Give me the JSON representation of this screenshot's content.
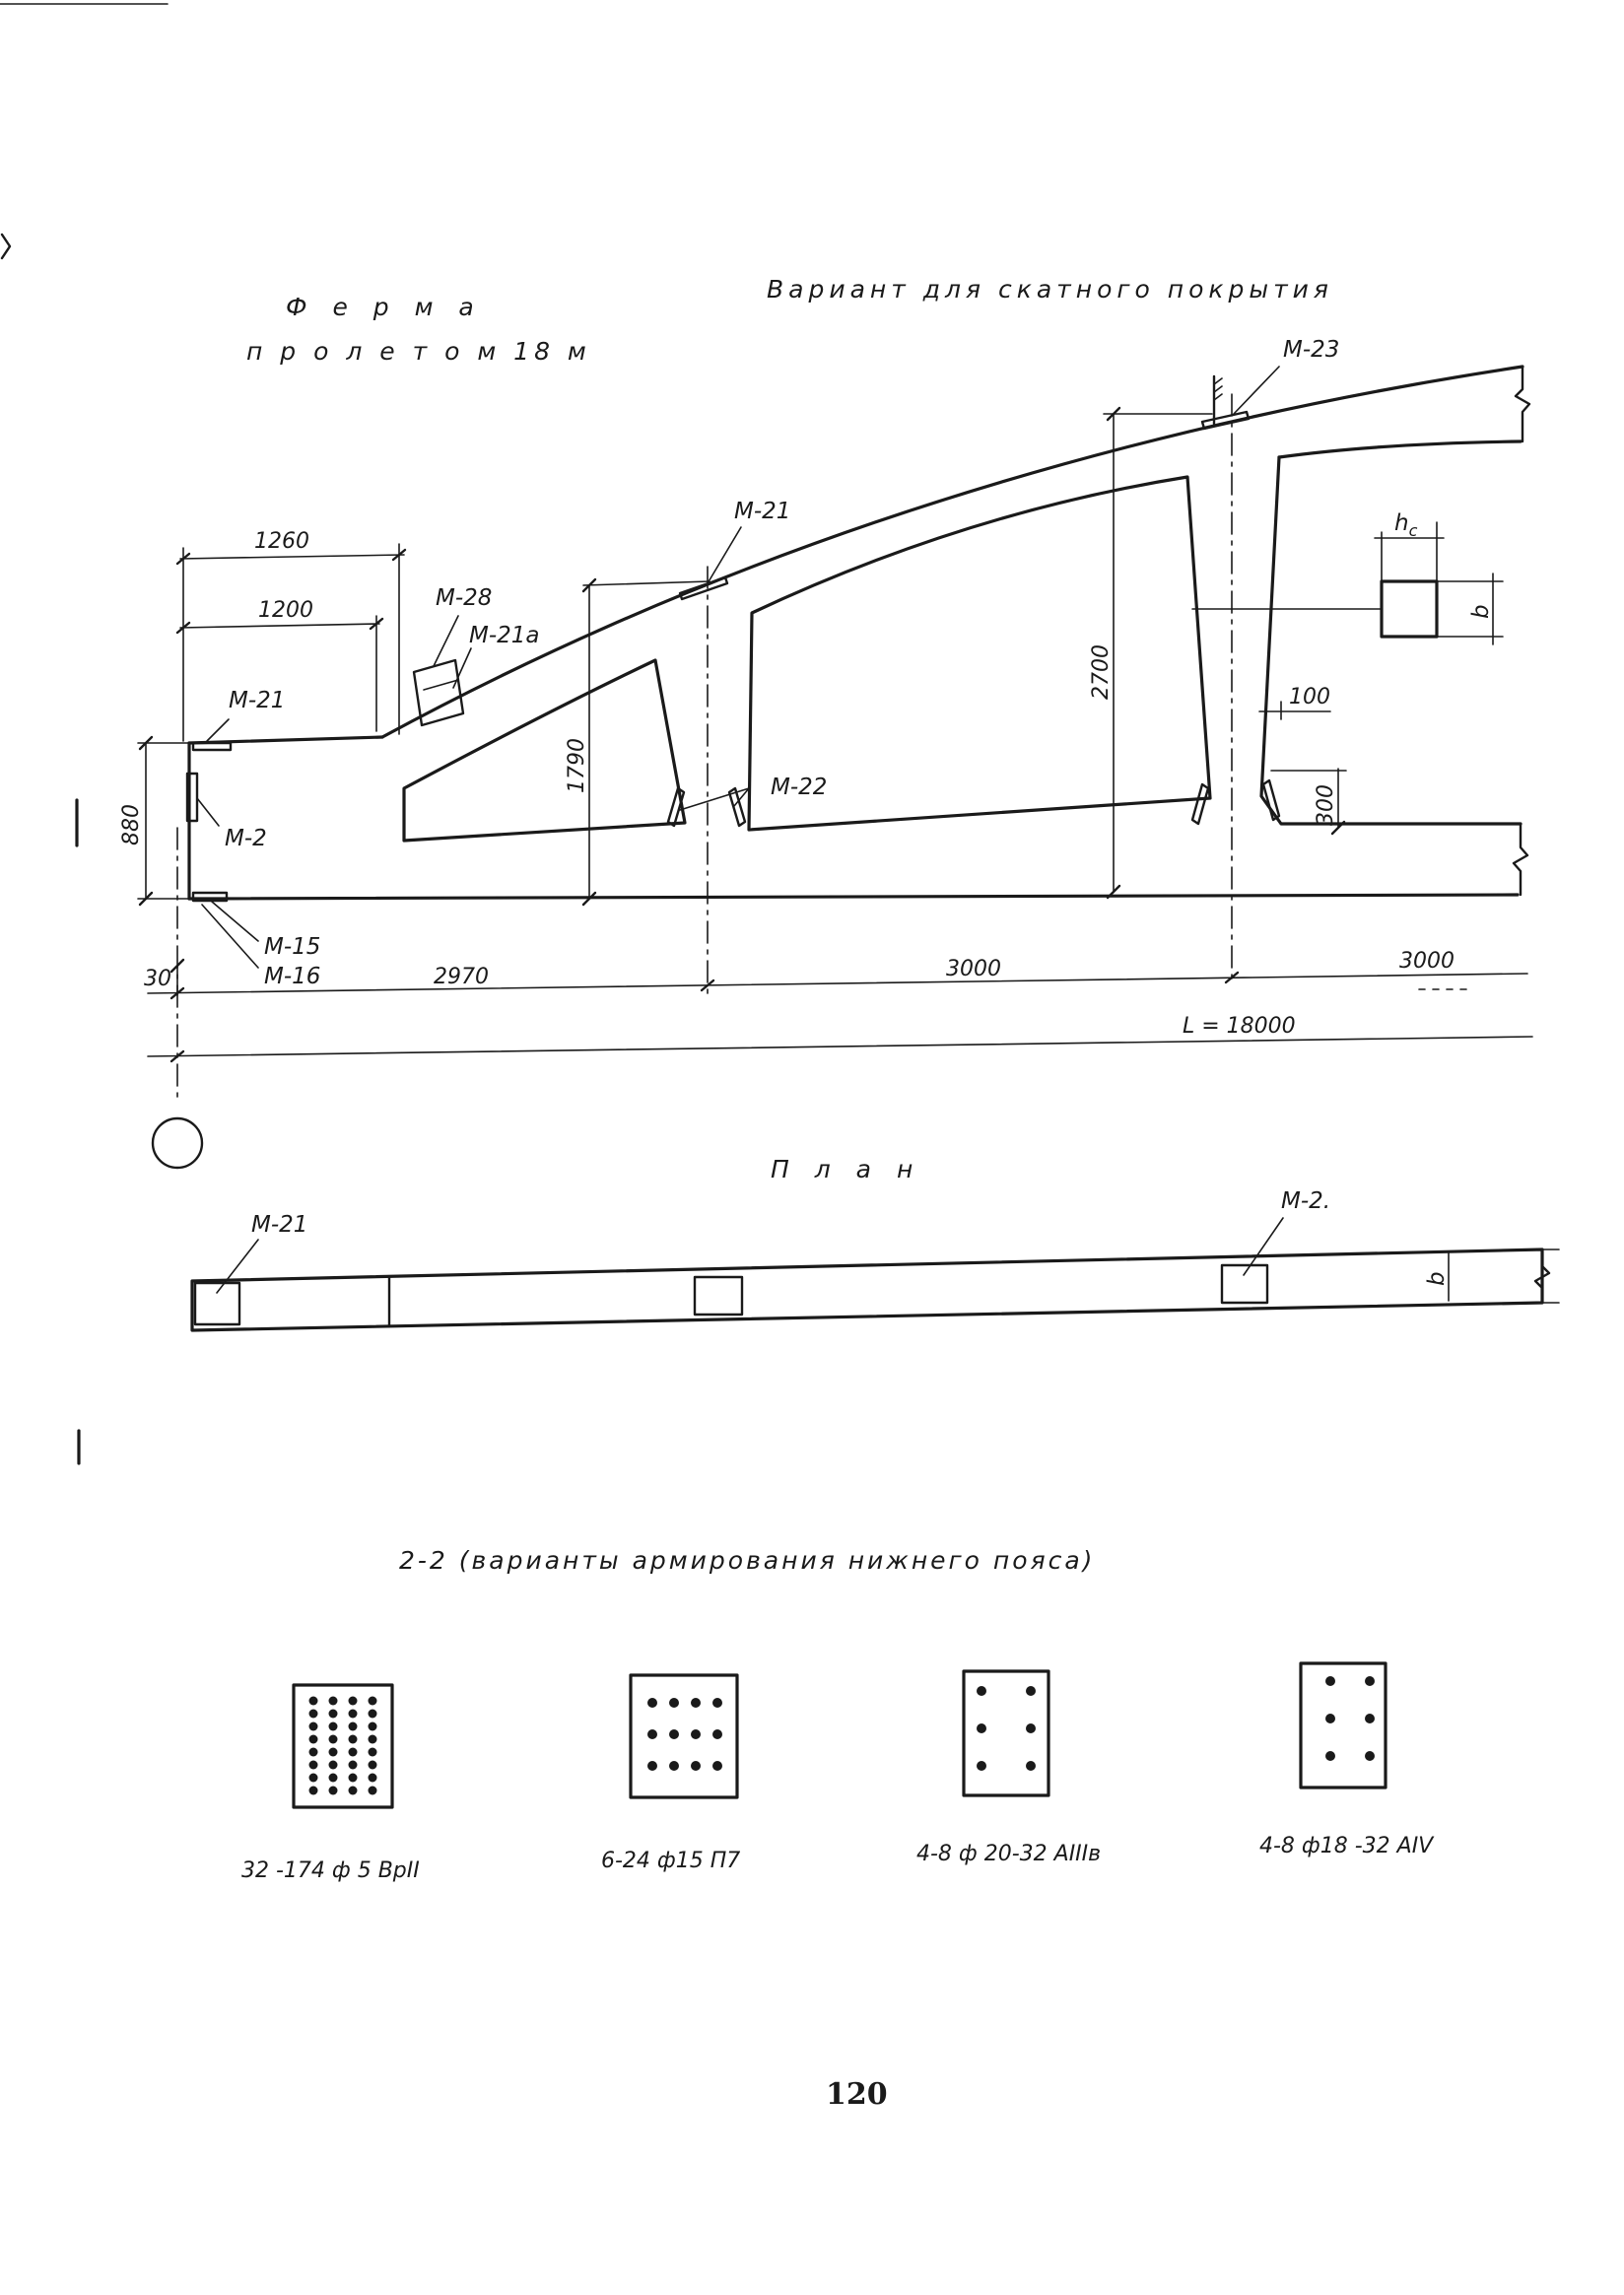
{
  "title": {
    "line1": "Ф е р м а",
    "line2": "п р о л е т о м  18 м",
    "variant": "Вариант для скатного покрытия"
  },
  "elevation": {
    "labels": {
      "m21_top": "М-21",
      "m21_slope": "М-21",
      "m21a": "М-21а",
      "m28": "М-28",
      "m23": "М-23",
      "m2": "М-2",
      "m15": "М-15",
      "m16": "М-16",
      "m22": "М-22"
    },
    "dimensions": {
      "d1260": "1260",
      "d1200": "1200",
      "d880": "880",
      "d30": "30",
      "d2970": "2970",
      "d3000a": "3000",
      "d3000b": "3000",
      "d1790": "1790",
      "d2700": "2700",
      "d100": "100",
      "d300": "300",
      "span": "L = 18000"
    },
    "section_marks": {
      "hc": "h",
      "hc_sub": "c",
      "b": "b"
    }
  },
  "plan": {
    "title": "П л а н",
    "m21": "М-21",
    "m2": "М-2.",
    "b": "b"
  },
  "sections": {
    "title": "2-2  (варианты армирования нижнего    пояса)",
    "items": [
      {
        "caption": "32 -174 ф 5 ВрII"
      },
      {
        "caption": "6-24 ф15 П7"
      },
      {
        "caption": "4-8 ф 20-32 АIIIв"
      },
      {
        "caption": "4-8 ф18 -32 АIV"
      }
    ]
  },
  "page_number": "120"
}
